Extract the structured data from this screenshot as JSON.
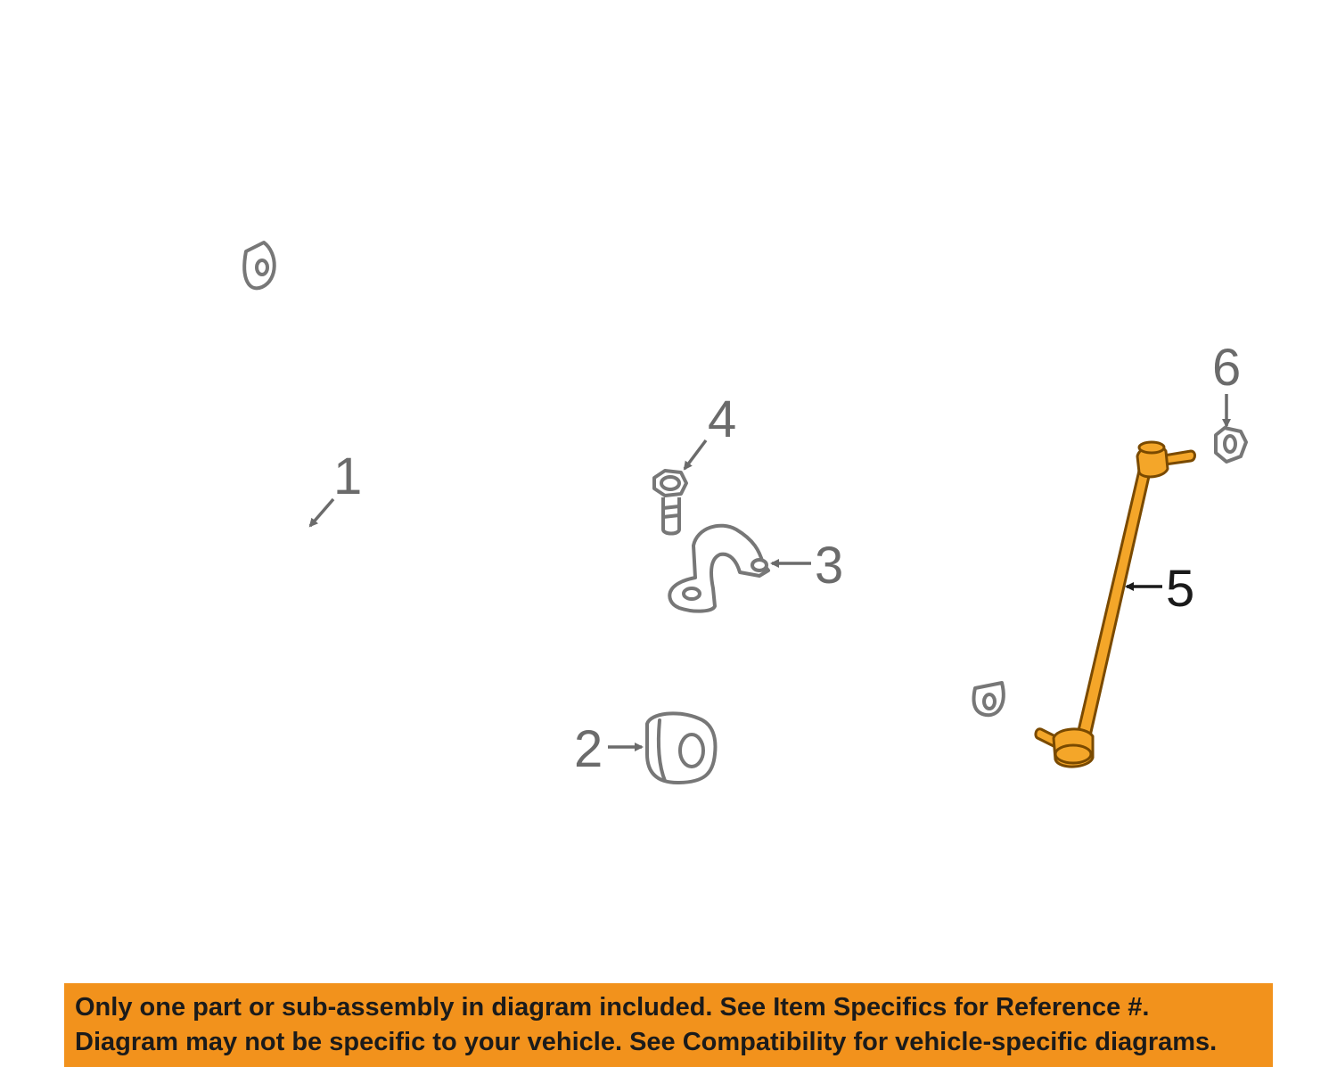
{
  "colors": {
    "banner_background": "#f2921c",
    "highlight_part": "#f4a629",
    "line_art": "#777777",
    "callout_text": "#6b6b6b"
  },
  "callouts": {
    "c1": "1",
    "c2": "2",
    "c3": "3",
    "c4": "4",
    "c5": "5",
    "c6": "6"
  },
  "highlighted_callout": "5",
  "banner": {
    "line1": "Only one part or sub-assembly in diagram included. See Item Specifics for Reference #.",
    "line2": "Diagram may not be specific to your vehicle. See Compatibility for vehicle-specific diagrams."
  }
}
